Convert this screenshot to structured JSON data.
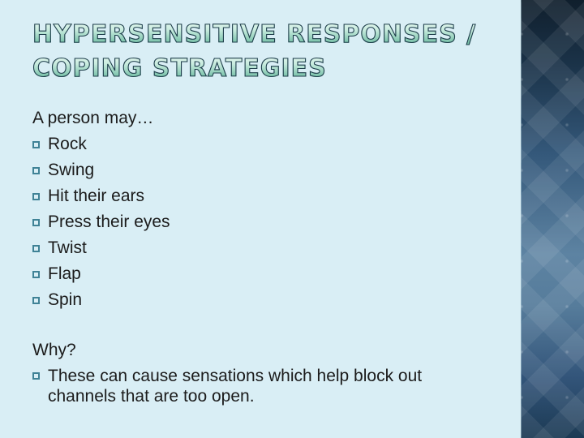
{
  "slide": {
    "title": {
      "line1": "HYPERSENSITIVE RESPONSES /",
      "line2": "COPING STRATEGIES"
    },
    "intro": "A person may…",
    "behaviors": [
      "Rock",
      "Swing",
      "Hit their ears",
      "Press their eyes",
      "Twist",
      "Flap",
      "Spin"
    ],
    "why": {
      "heading": "Why?",
      "explanation": "These can cause sensations which help block out channels that are too open."
    },
    "icons": {
      "bullet": "square-bullet-icon"
    },
    "colors": {
      "background": "#d9eef5",
      "title_fill_top": "#eefaf4",
      "title_fill_bottom": "#41a086",
      "title_outline": "#1d3c4a",
      "body_text": "#1b1b1b",
      "bullet_outline": "#3f8296",
      "side_strip_top": "#101f2d",
      "side_strip_mid": "#5d83a2",
      "side_strip_bottom": "#1c3a54"
    }
  }
}
